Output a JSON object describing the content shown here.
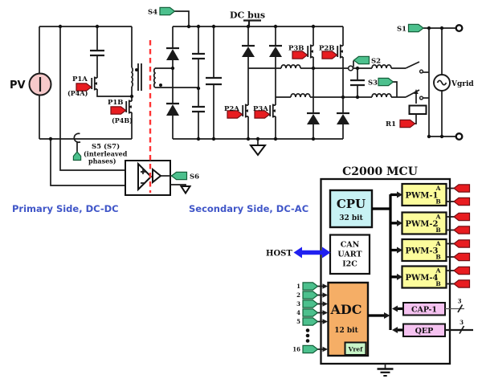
{
  "schematic": {
    "pv": "PV",
    "dc_bus": "DC bus",
    "vgrid": "Vgrid",
    "primary_caption": "Primary Side, DC-DC",
    "secondary_caption": "Secondary Side, DC-AC",
    "tags": {
      "s1": "S1",
      "s2": "S2",
      "s3": "S3",
      "s4": "S4",
      "s6": "S6",
      "r1": "R1",
      "s5_1": "S5 (S7)",
      "s5_2": "(interleaved",
      "s5_3": "phases)",
      "p1a": "P1A",
      "p1a_alt": "(P4A)",
      "p1b": "P1B",
      "p1b_alt": "(P4B)",
      "p2a": "P2A",
      "p3a": "P3A",
      "p3b": "P3B",
      "p2b": "P2B"
    }
  },
  "mcu": {
    "title": "C2000 MCU",
    "cpu": {
      "label": "CPU",
      "sub": "32 bit"
    },
    "comms": [
      "CAN",
      "UART",
      "I2C"
    ],
    "host": "HOST",
    "adc": {
      "label": "ADC",
      "sub": "12 bit",
      "vref": "Vref",
      "inputs": [
        "1",
        "2",
        "3",
        "4",
        "5",
        "16"
      ]
    },
    "pwm": [
      {
        "label": "PWM-1",
        "a": "A",
        "b": "B"
      },
      {
        "label": "PWM-2",
        "a": "A",
        "b": "B"
      },
      {
        "label": "PWM-3",
        "a": "A",
        "b": "B"
      },
      {
        "label": "PWM-4",
        "a": "A",
        "b": "B"
      }
    ],
    "cap1": {
      "label": "CAP-1",
      "bus": "3"
    },
    "qep": {
      "label": "QEP",
      "bus": "3"
    }
  },
  "colors": {
    "cpu_fill": "#c8f2f4",
    "adc_fill": "#f5ae66",
    "pwm_fill": "#fcfc9c",
    "capqep_fill": "#f5c2f0",
    "vref_fill": "#c8f5c8",
    "pv_fill": "#f6c9ca",
    "green_tag": "#4cc08d",
    "red_tag": "#e81c20",
    "caption_blue": "#4056c8",
    "host_arrow_blue": "#2020f0",
    "isolation_red": "#ff3333"
  }
}
